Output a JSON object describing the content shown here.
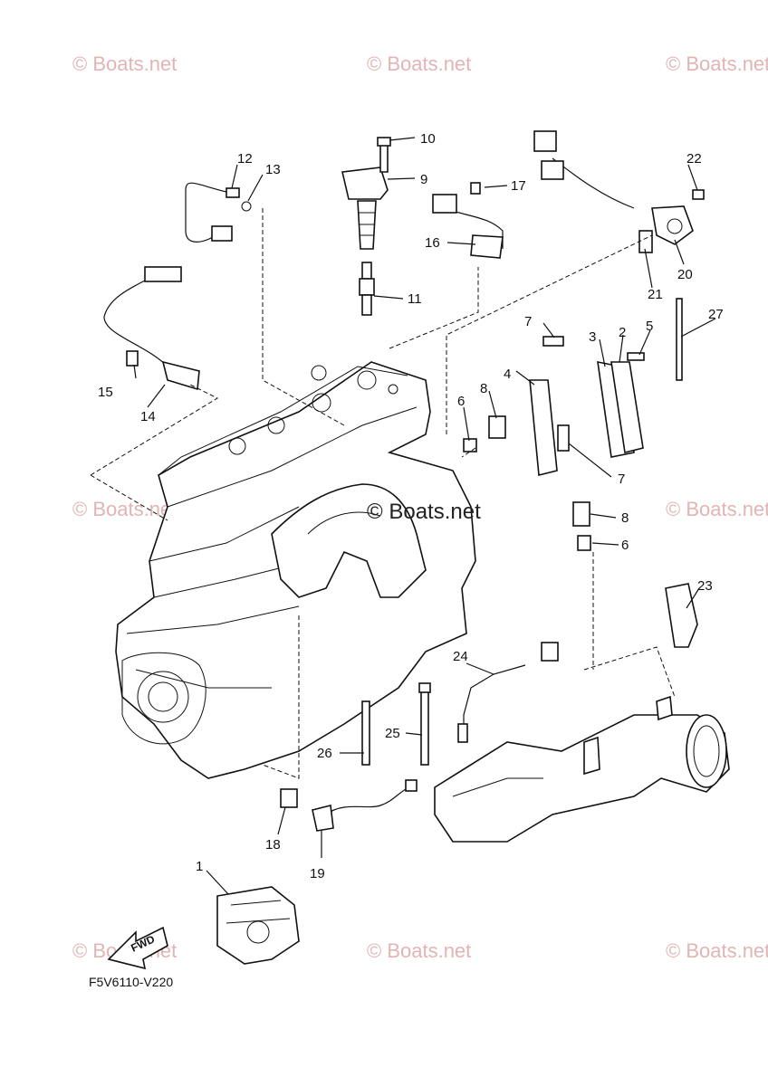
{
  "watermarks": {
    "text": "© Boats.net",
    "center_text": "© Boats.net"
  },
  "diagram_code": "F5V6110-V220",
  "fwd_label": "FWD",
  "callouts": [
    "1",
    "2",
    "3",
    "4",
    "5",
    "6",
    "6",
    "7",
    "7",
    "8",
    "8",
    "9",
    "10",
    "11",
    "12",
    "13",
    "14",
    "15",
    "16",
    "17",
    "18",
    "19",
    "20",
    "21",
    "22",
    "23",
    "24",
    "25",
    "26",
    "27"
  ]
}
